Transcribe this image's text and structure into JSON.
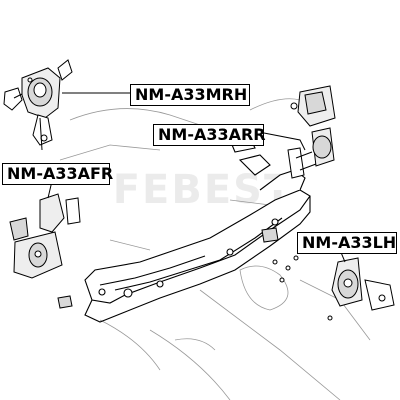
{
  "labels": {
    "mrh": "NM-A33MRH",
    "arr": "NM-A33ARR",
    "afr": "NM-A33AFR",
    "lh": "NM-A33LH"
  },
  "watermark": "FEBEST",
  "colors": {
    "line": "#000000",
    "shade": "#d8d8d8",
    "background": "#ffffff"
  }
}
